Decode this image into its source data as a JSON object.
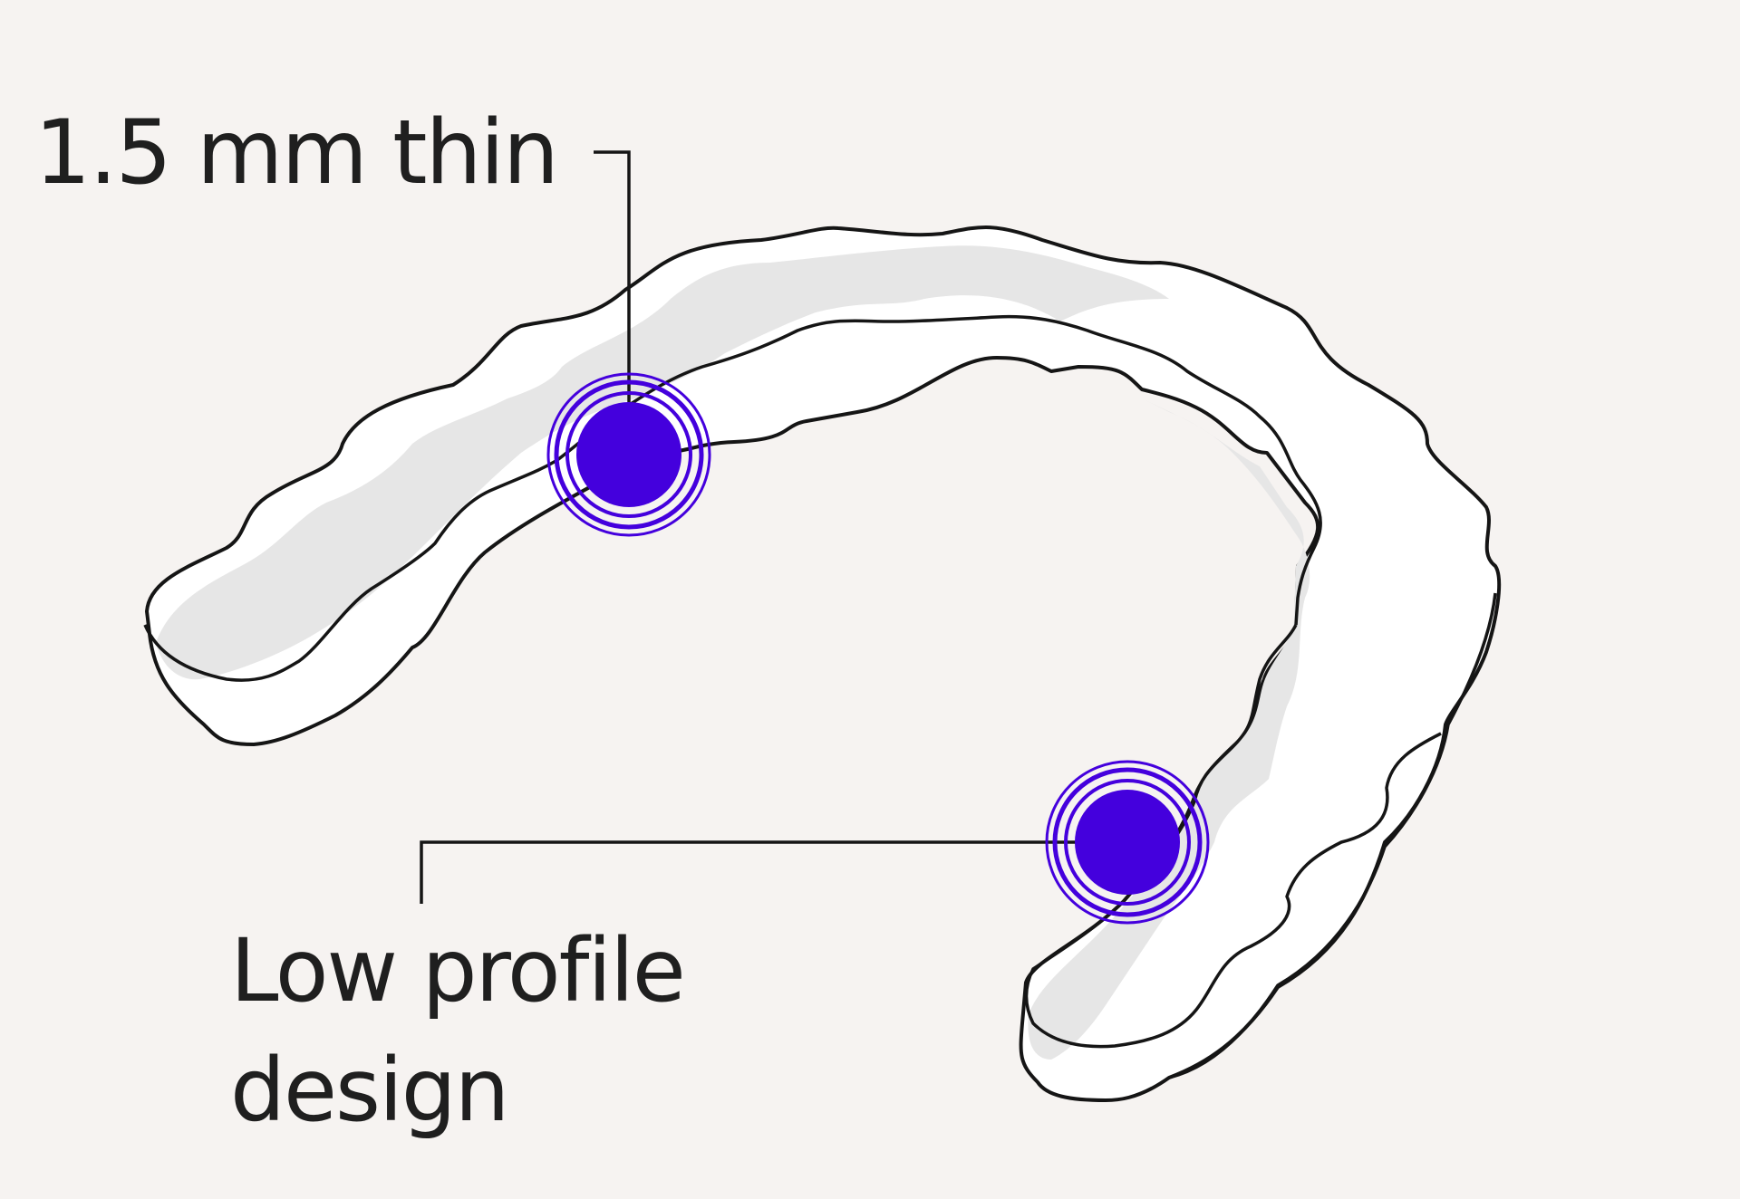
{
  "callouts": {
    "thin": {
      "label": "1.5 mm thin"
    },
    "profile": {
      "line1": "Low profile",
      "line2": "design"
    }
  },
  "colors": {
    "background": "#f6f3f1",
    "outline": "#151515",
    "tray_fill": "#ffffff",
    "tray_shadow": "#e6e6e6",
    "marker": "#4400dd",
    "text": "#1f1f1f"
  },
  "icons": {
    "marker": "concentric-target-dot",
    "object": "clear-aligner-tray"
  }
}
